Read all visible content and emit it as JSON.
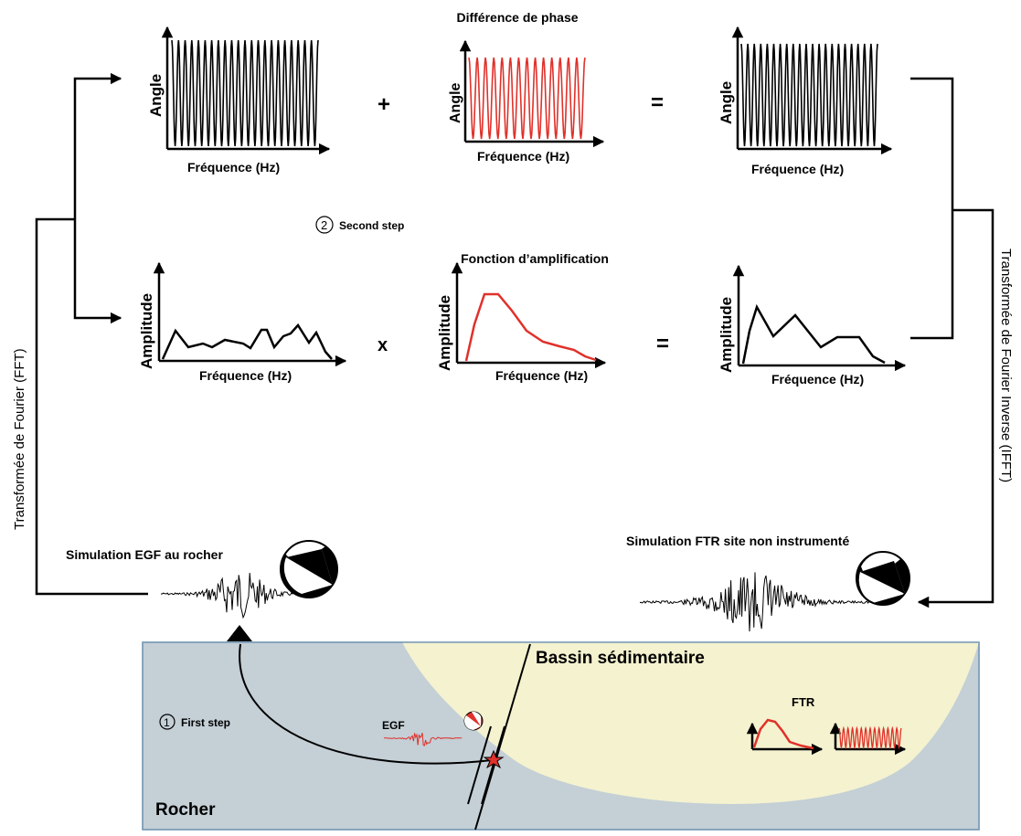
{
  "labels": {
    "phase_title": "Différence de phase",
    "amp_title": "Fonction d’amplification",
    "second_step": "Second step",
    "second_step_num": "2",
    "first_step": "First step",
    "first_step_num": "1",
    "fft": "Transformée de Fourier (FFT)",
    "ifft": "Transformée de Fourier Inverse (IFFT)",
    "sim_egf": "Simulation EGF au rocher",
    "sim_ftr": "Simulation FTR site non instrumenté",
    "bassin": "Bassin sédimentaire",
    "rocher": "Rocher",
    "egf": "EGF",
    "ftr": "FTR",
    "angle": "Angle",
    "amplitude": "Amplitude",
    "frequence": "Fréquence (Hz)",
    "plus": "+",
    "equals": "=",
    "times": "x"
  },
  "colors": {
    "rock": "#c4cfd6",
    "basin": "#f4f2cf",
    "red": "#e0312a",
    "black": "#000000"
  },
  "icons": [
    "beachball-icon",
    "station-triangle-icon",
    "epicenter-star-icon"
  ]
}
